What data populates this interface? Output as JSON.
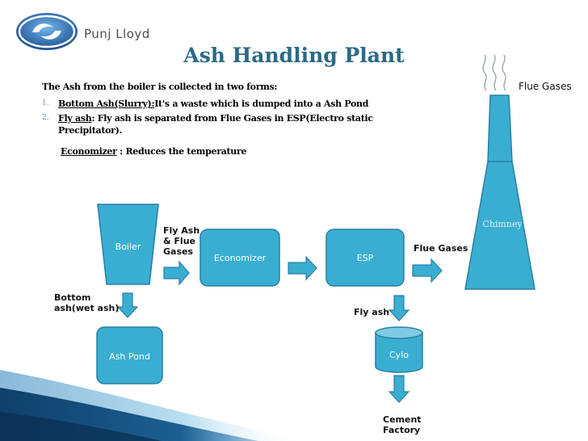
{
  "header": {
    "company": "Punj Lloyd",
    "title": "Ash Handling Plant"
  },
  "intro": {
    "text": "The Ash from the boiler is collected in two forms:",
    "items": [
      {
        "num": "1.",
        "term": "Bottom Ash(Slurry):",
        "desc": "It's a waste which is dumped into a Ash Pond"
      },
      {
        "num": "2.",
        "term": "Fly ash",
        "desc": ": Fly ash is separated from Flue Gases in ESP(Electro static",
        "desc2": "Precipitator)."
      }
    ],
    "economizer_term": "Economizer",
    "economizer_desc": " : Reduces the temperature"
  },
  "diagram": {
    "boiler": "Boiler",
    "economizer": "Economizer",
    "esp": "ESP",
    "ash_pond": "Ash Pond",
    "cylo": "Cylo",
    "chimney": "Chimney",
    "flow_boiler_to_econ": [
      "Fly Ash",
      "& Flue",
      "Gases"
    ],
    "flow_esp_to_chimney": "Flue Gases",
    "flow_chimney_out": "Flue Gases",
    "flow_bottom": [
      "Bottom",
      "ash(wet ash)"
    ],
    "flow_fly_ash": "Fly ash",
    "flow_cement": [
      "Cement",
      "Factory"
    ]
  },
  "colors": {
    "shape_fill": "#3aaed0",
    "shape_stroke": "#2a7fa6",
    "title": "#2a6a86",
    "banner_dark": "#1e5c8a"
  }
}
